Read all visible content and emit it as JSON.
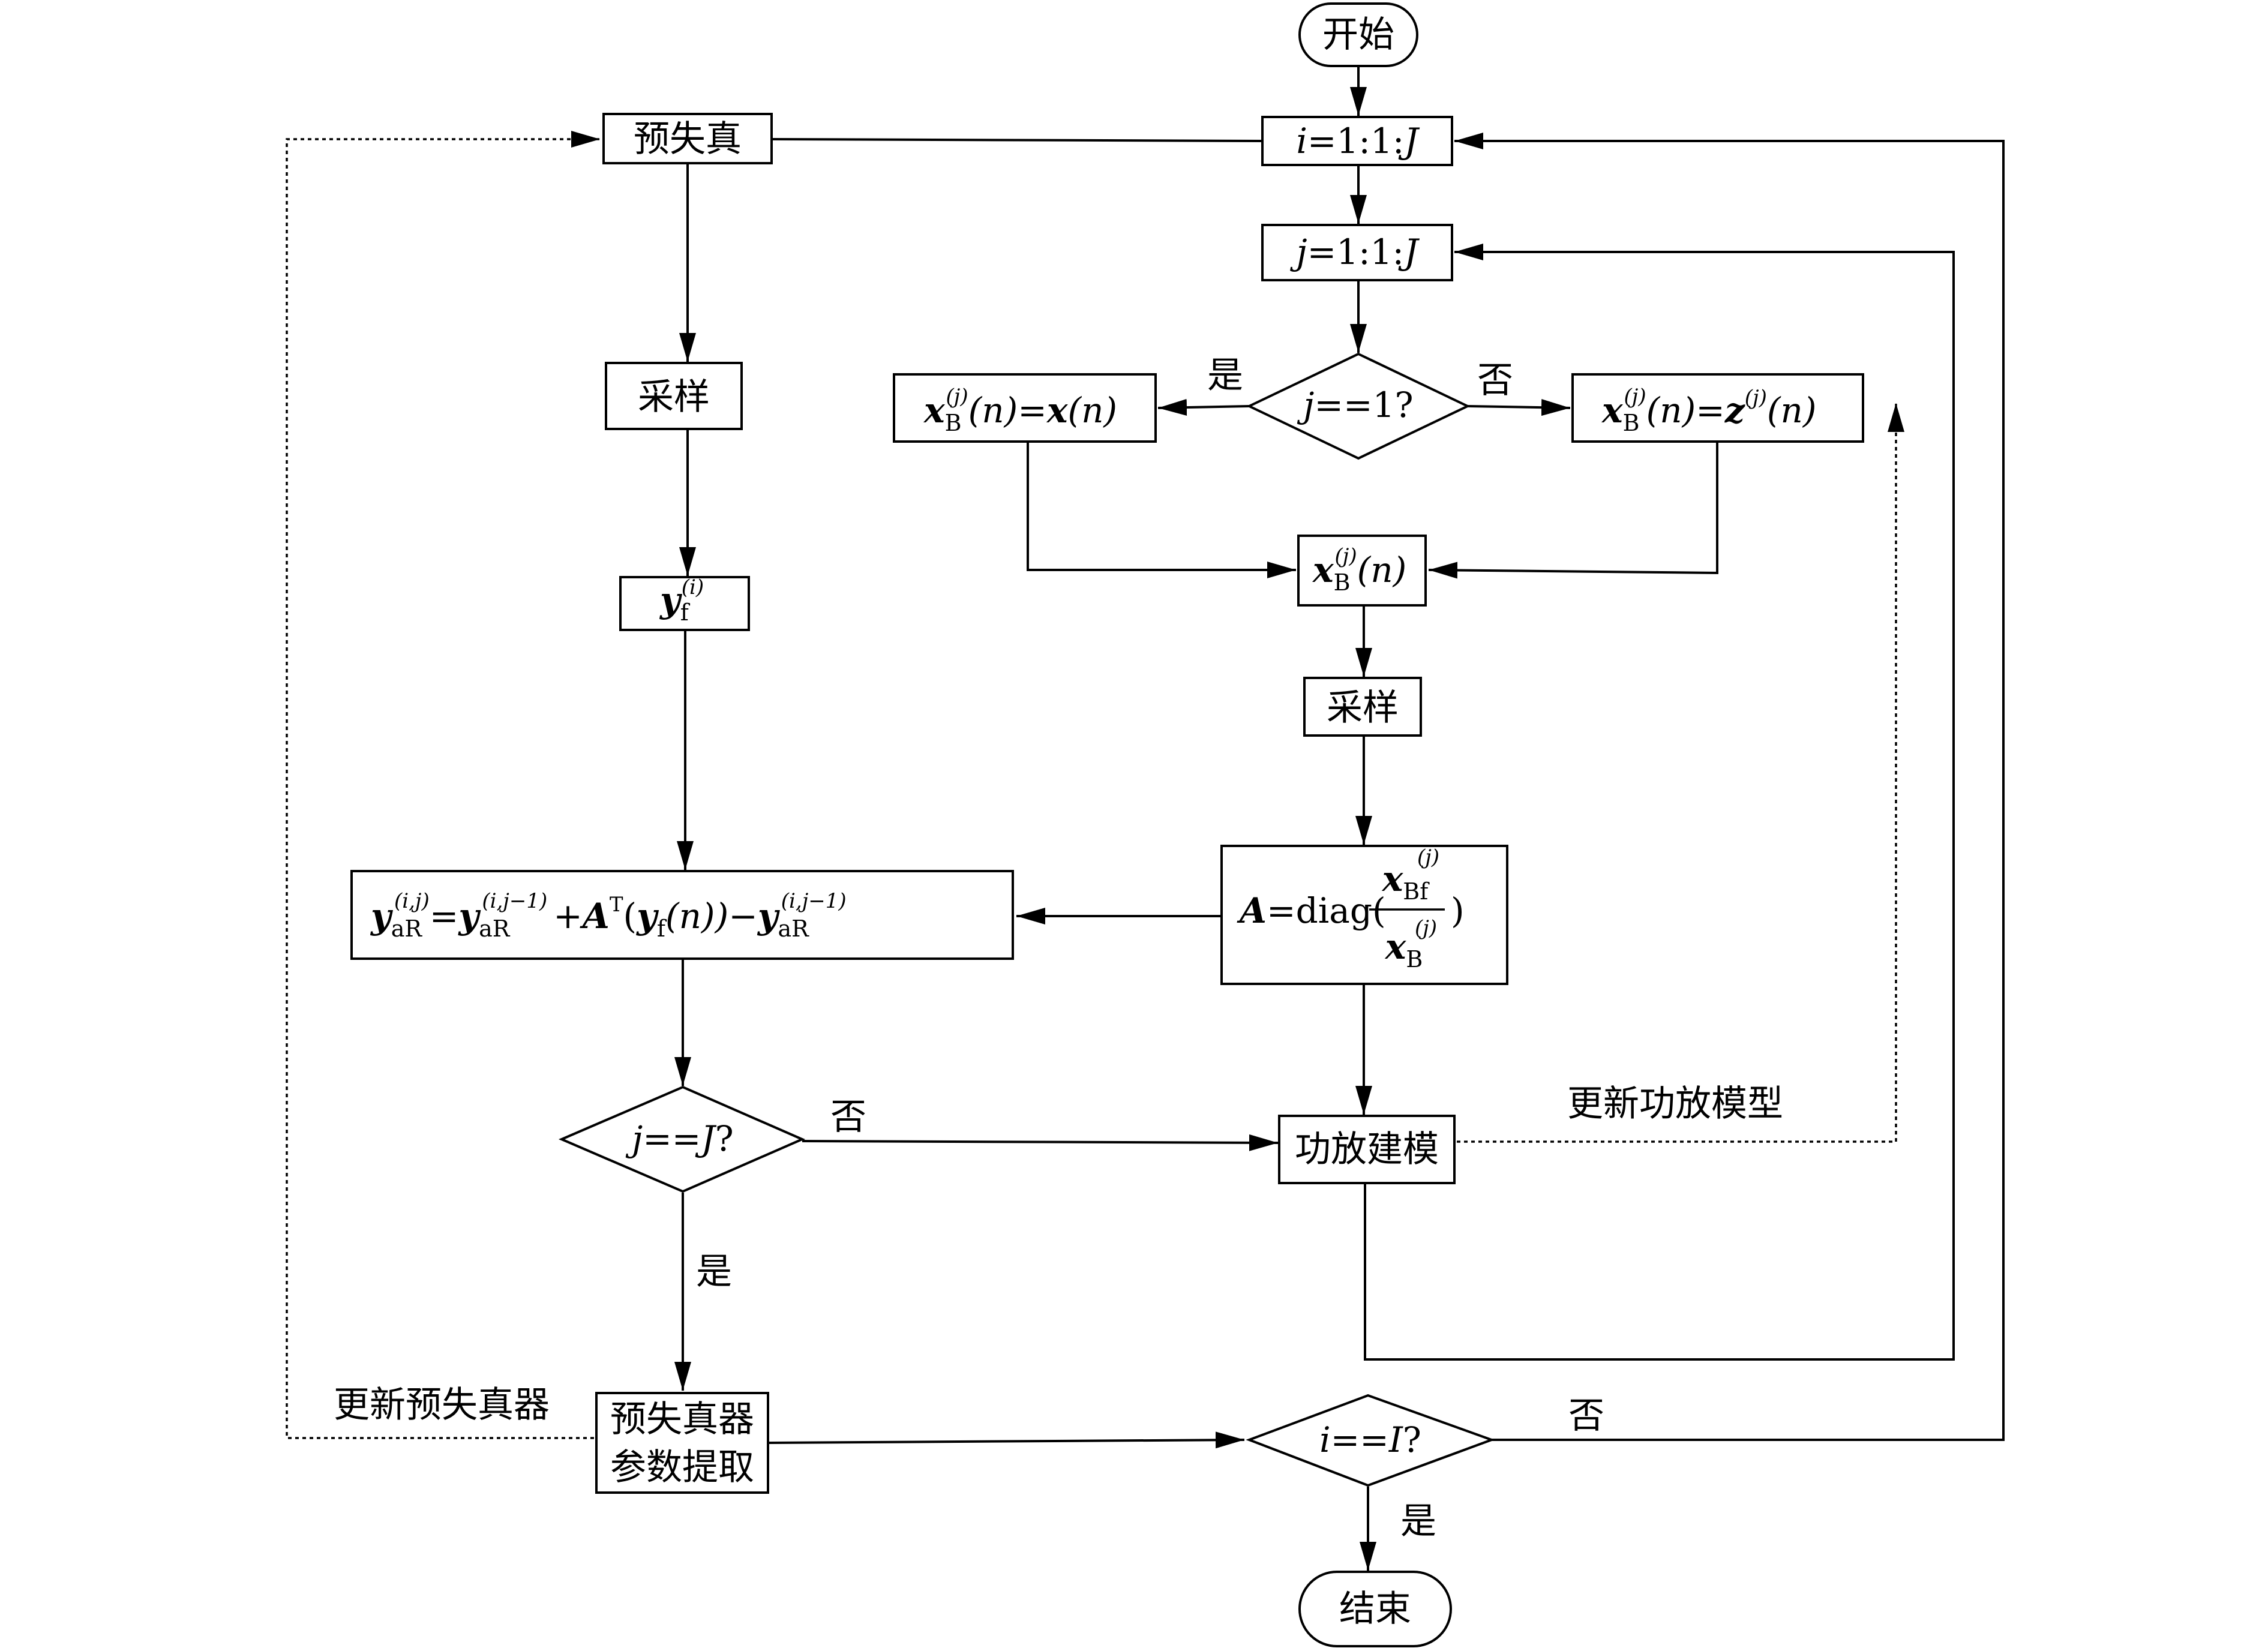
{
  "nodes": {
    "start": "开始",
    "i_loop": {
      "var": "i",
      "rest": "=1:1:",
      "end": "J"
    },
    "j_loop": {
      "var": "j",
      "rest": "=1:1:",
      "end": "J"
    },
    "cond_j1": {
      "var": "j",
      "rest": "==1?"
    },
    "xb_eq_x": {
      "x": "x",
      "sub": "B",
      "sup": "(j)",
      "arg": "(n)",
      "eq": "=",
      "rhs": "x",
      "rhs_arg": "(n)"
    },
    "xb_eq_z": {
      "x": "x",
      "sub": "B",
      "sup": "(j)",
      "arg": "(n)",
      "eq": "=",
      "rhs": "z",
      "rhs_sup": "(j)",
      "rhs_arg": "(n)"
    },
    "xb_merge": {
      "x": "x",
      "sub": "B",
      "sup": "(j)",
      "arg": "(n)"
    },
    "sample_right": "采样",
    "matrix_a": {
      "a": "A",
      "eq": "=diag(",
      "num": "x",
      "num_sub": "Bf",
      "num_sup": "(j)",
      "den": "x",
      "den_sub": "B",
      "den_sup": "(j)",
      "close": ")"
    },
    "pa_model": "功放建模",
    "predistort": "预失真",
    "sample_left": "采样",
    "yf": {
      "y": "y",
      "sub": "f",
      "sup": "(i)"
    },
    "update_eq": {
      "y1": "y",
      "y1_sub": "aR",
      "y1_sup": "(i,j)",
      "eq": "=",
      "y2": "y",
      "y2_sub": "aR",
      "y2_sup": "(i,j−1)",
      "plus": "+",
      "a": "A",
      "a_sup": "T",
      "open": "(",
      "y3": "y",
      "y3_sub": "f",
      "y3_arg": "(n))",
      "minus": "−",
      "y4": "y",
      "y4_sub": "aR",
      "y4_sup": "(i,j−1)"
    },
    "cond_jJ": {
      "var": "j",
      "rest": "==",
      "end": "J",
      "q": "?"
    },
    "extract_line1": "预失真器",
    "extract_line2": "参数提取",
    "cond_iI": {
      "var": "i",
      "rest": "==",
      "end": "I",
      "q": "?"
    },
    "end": "结束"
  },
  "labels": {
    "yes_j1": "是",
    "no_j1": "否",
    "no_jJ": "否",
    "yes_jJ": "是",
    "no_iI": "否",
    "yes_iI": "是",
    "update_pa_model": "更新功放模型",
    "update_predistorter": "更新预失真器"
  }
}
